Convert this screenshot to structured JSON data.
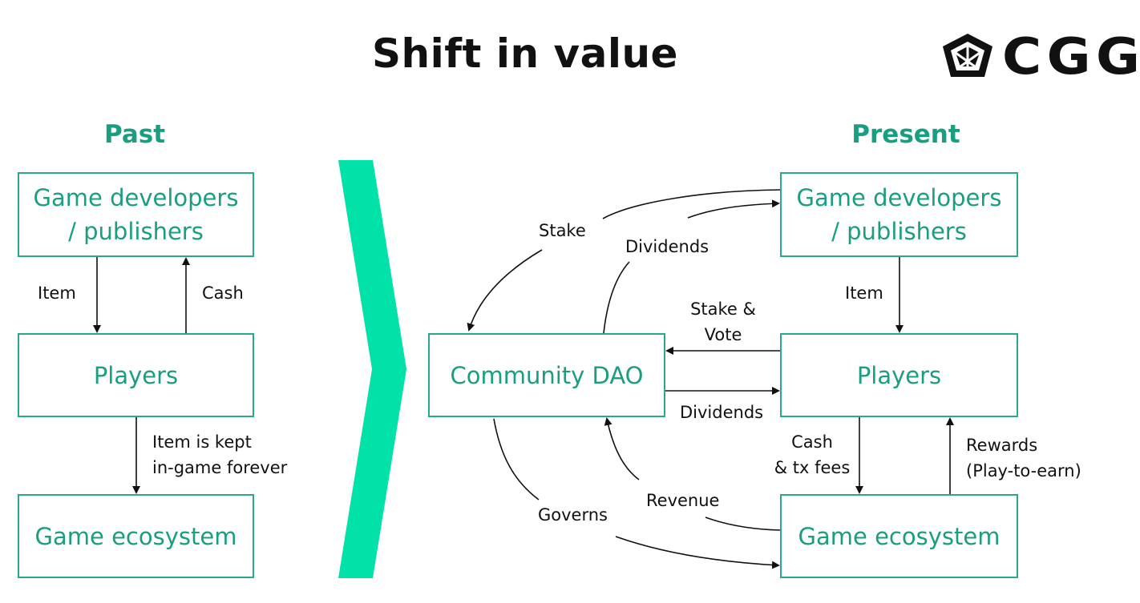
{
  "title": "Shift in value",
  "logo": {
    "text": "CGG",
    "icon": "cgg-triangle-logo-icon"
  },
  "colors": {
    "accent": "#1a9e80",
    "border": "#2aa98a",
    "chevron": "#00e2a8",
    "text": "#111111"
  },
  "past": {
    "heading": "Past",
    "nodes": {
      "developers": [
        "Game developers",
        "/ publishers"
      ],
      "players": "Players",
      "ecosystem": "Game ecosystem"
    },
    "edges": {
      "item": "Item",
      "cash": "Cash",
      "item_kept": [
        "Item is kept",
        "in-game forever"
      ]
    }
  },
  "present": {
    "heading": "Present",
    "nodes": {
      "developers": [
        "Game developers",
        "/ publishers"
      ],
      "dao": "Community DAO",
      "players": "Players",
      "ecosystem": "Game ecosystem"
    },
    "edges": {
      "stake": "Stake",
      "dividends_top": "Dividends",
      "stake_vote": [
        "Stake &",
        "Vote"
      ],
      "dividends_mid": "Dividends",
      "item": "Item",
      "cash_fees": [
        "Cash",
        "& tx fees"
      ],
      "rewards": [
        "Rewards",
        "(Play-to-earn)"
      ],
      "revenue": "Revenue",
      "governs": "Governs"
    }
  }
}
